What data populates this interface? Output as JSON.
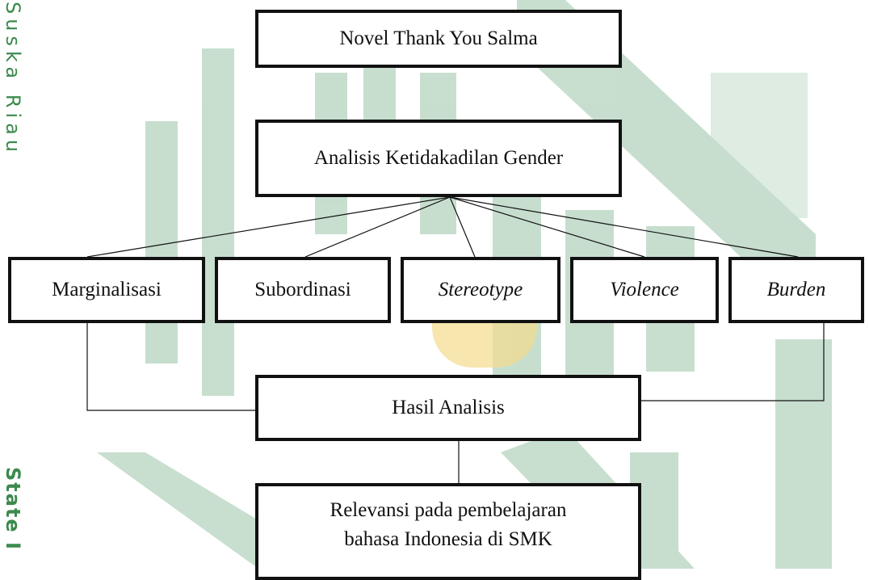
{
  "colors": {
    "border": "#111111",
    "text": "#111111",
    "watermark": "#9bc4a8",
    "watermark_center": "#f3dc8c",
    "margin_text": "#3c8a4e"
  },
  "margin_labels": {
    "top": "Suska Riau",
    "bottom": "State I"
  },
  "diagram": {
    "source": "Novel Thank You Salma",
    "analysis": "Analisis Ketidakadilan Gender",
    "categories": [
      {
        "label": "Marginalisasi",
        "italic": false
      },
      {
        "label": "Subordinasi",
        "italic": false
      },
      {
        "label": "Stereotype",
        "italic": true
      },
      {
        "label": "Violence",
        "italic": true
      },
      {
        "label": "Burden",
        "italic": true
      }
    ],
    "result": "Hasil Analisis",
    "relevance": {
      "line1": "Relevansi pada pembelajaran",
      "line2": "bahasa Indonesia di SMK"
    }
  }
}
